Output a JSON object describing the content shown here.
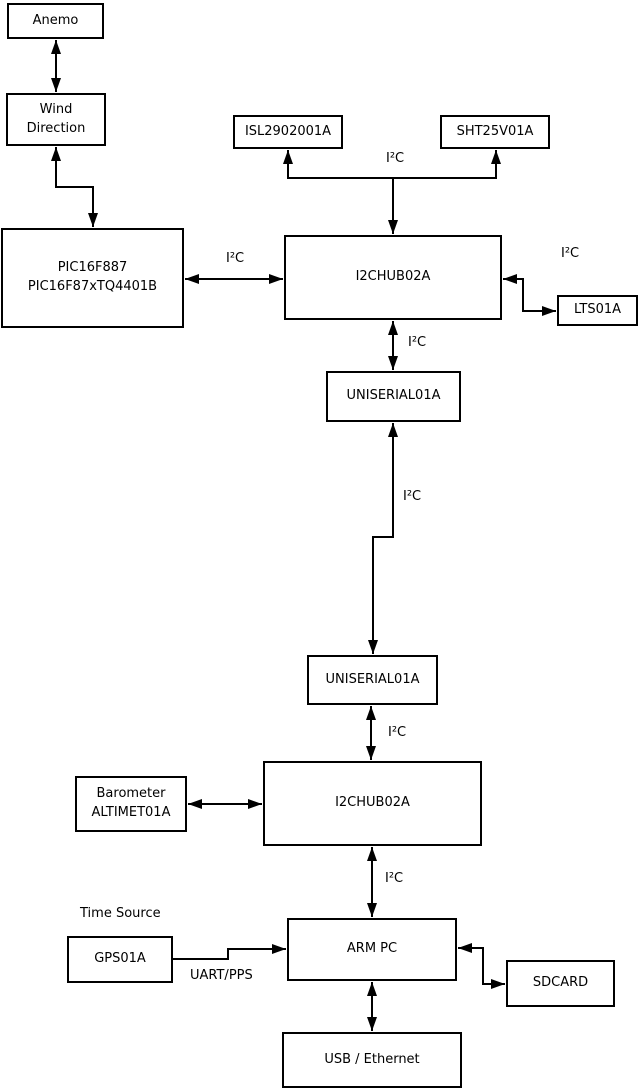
{
  "boxes": {
    "anemo": {
      "label": "Anemo"
    },
    "wind_direction": {
      "line1": "Wind",
      "line2": "Direction"
    },
    "pic": {
      "line1": "PIC16F887",
      "line2": "PIC16F87xTQ4401B"
    },
    "isl": {
      "label": "ISL2902001A"
    },
    "sht": {
      "label": "SHT25V01A"
    },
    "hub1": {
      "label": "I2CHUB02A"
    },
    "lts": {
      "label": "LTS01A"
    },
    "uniserial1": {
      "label": "UNISERIAL01A"
    },
    "uniserial2": {
      "label": "UNISERIAL01A"
    },
    "barometer": {
      "line1": "Barometer",
      "line2": "ALTIMET01A"
    },
    "hub2": {
      "label": "I2CHUB02A"
    },
    "gps": {
      "label": "GPS01A"
    },
    "arm_pc": {
      "label": "ARM PC"
    },
    "sdcard": {
      "label": "SDCARD"
    },
    "usb_ethernet": {
      "label": "USB / Ethernet"
    }
  },
  "labels": {
    "time_source": "Time Source",
    "uart_pps": "UART/PPS",
    "i2c_top_bus": "I²C",
    "i2c_pic_hub1": "I²C",
    "i2c_hub1_lts": "I²C",
    "i2c_hub1_uniserial1": "I²C",
    "i2c_uniserial_link": "I²C",
    "i2c_uniserial2_hub2": "I²C",
    "i2c_hub2_armpc": "I²C"
  },
  "colors": {
    "line": "#000000",
    "background": "#ffffff",
    "box_fill": "#ffffff"
  }
}
